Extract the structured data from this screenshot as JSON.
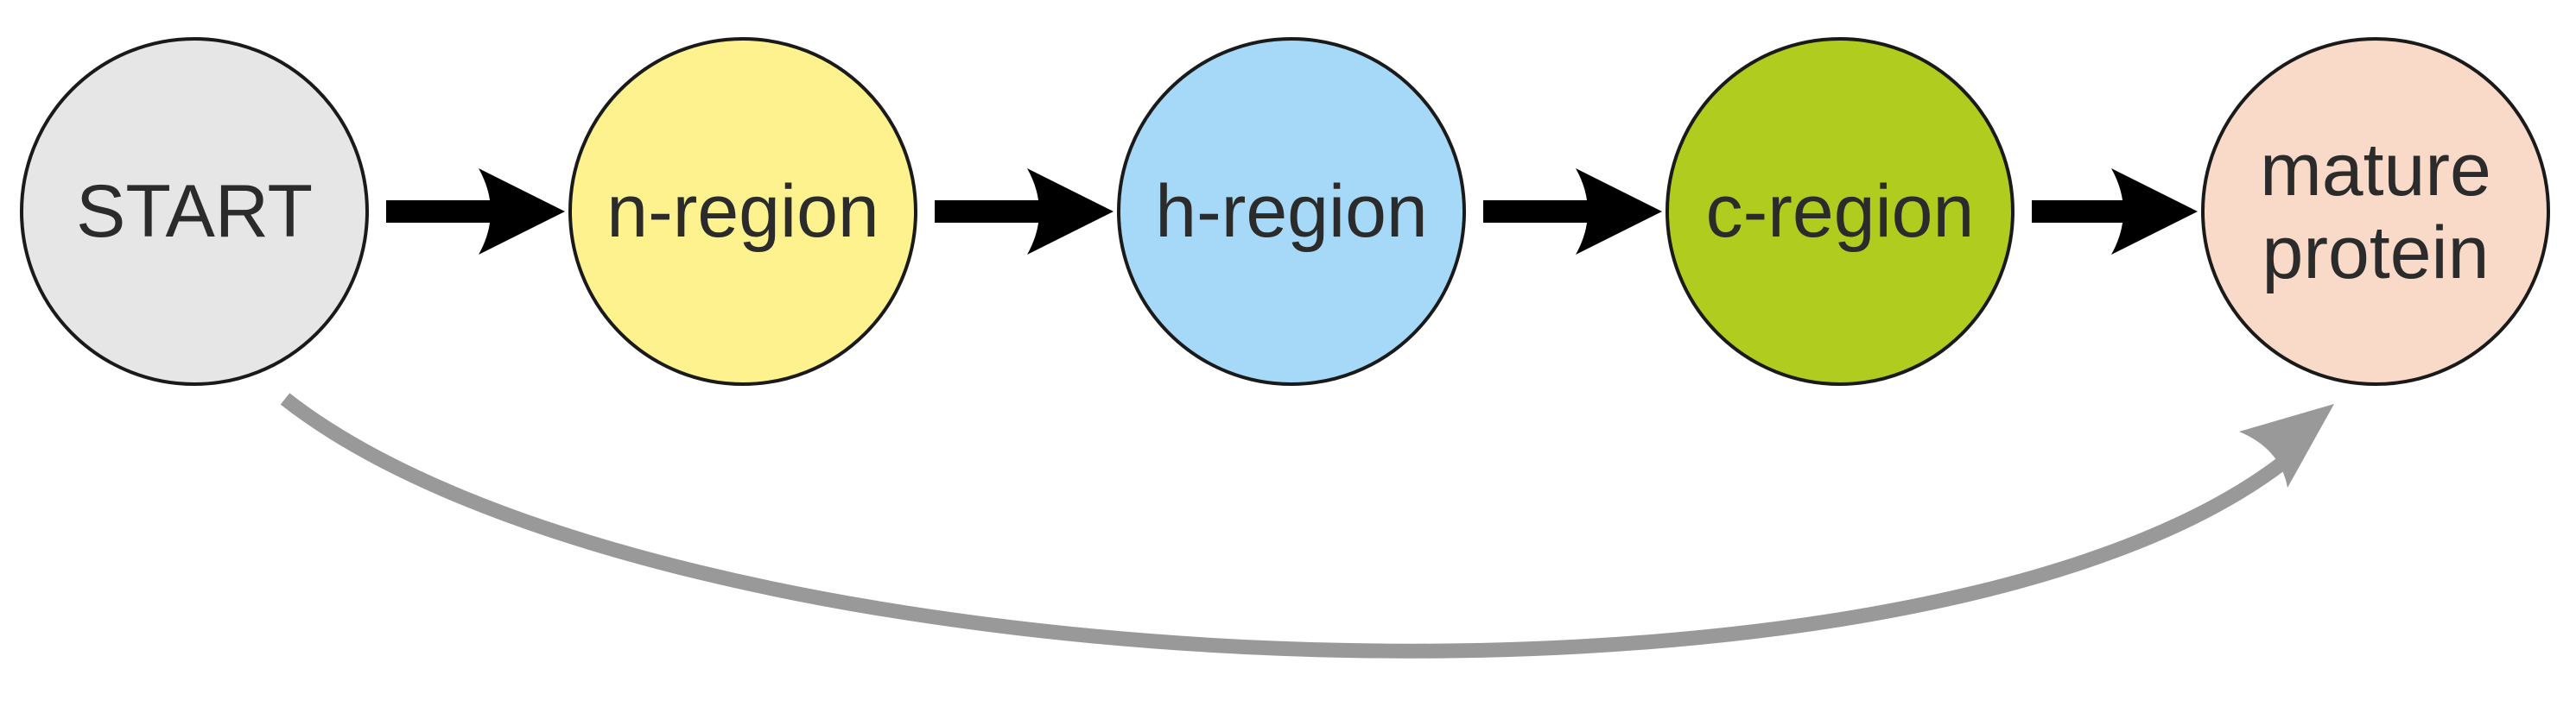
{
  "diagram": {
    "nodes": [
      {
        "id": "start",
        "lines": [
          "START"
        ],
        "fill": "#e6e6e6"
      },
      {
        "id": "n-region",
        "lines": [
          "n-region"
        ],
        "fill": "#fdf28e"
      },
      {
        "id": "h-region",
        "lines": [
          "h-region"
        ],
        "fill": "#a6d9f7"
      },
      {
        "id": "c-region",
        "lines": [
          "c-region"
        ],
        "fill": "#afcc1f"
      },
      {
        "id": "mature-protein",
        "lines": [
          "mature",
          "protein"
        ],
        "fill": "#f9d9c8"
      }
    ],
    "edges": [
      {
        "from": "start",
        "to": "n-region",
        "color": "#000000"
      },
      {
        "from": "n-region",
        "to": "h-region",
        "color": "#000000"
      },
      {
        "from": "h-region",
        "to": "c-region",
        "color": "#000000"
      },
      {
        "from": "c-region",
        "to": "mature-protein",
        "color": "#000000"
      },
      {
        "from": "start",
        "to": "mature-protein",
        "color": "#999999",
        "style": "curved-bypass"
      }
    ],
    "node_stroke": "#1a1a1a"
  }
}
